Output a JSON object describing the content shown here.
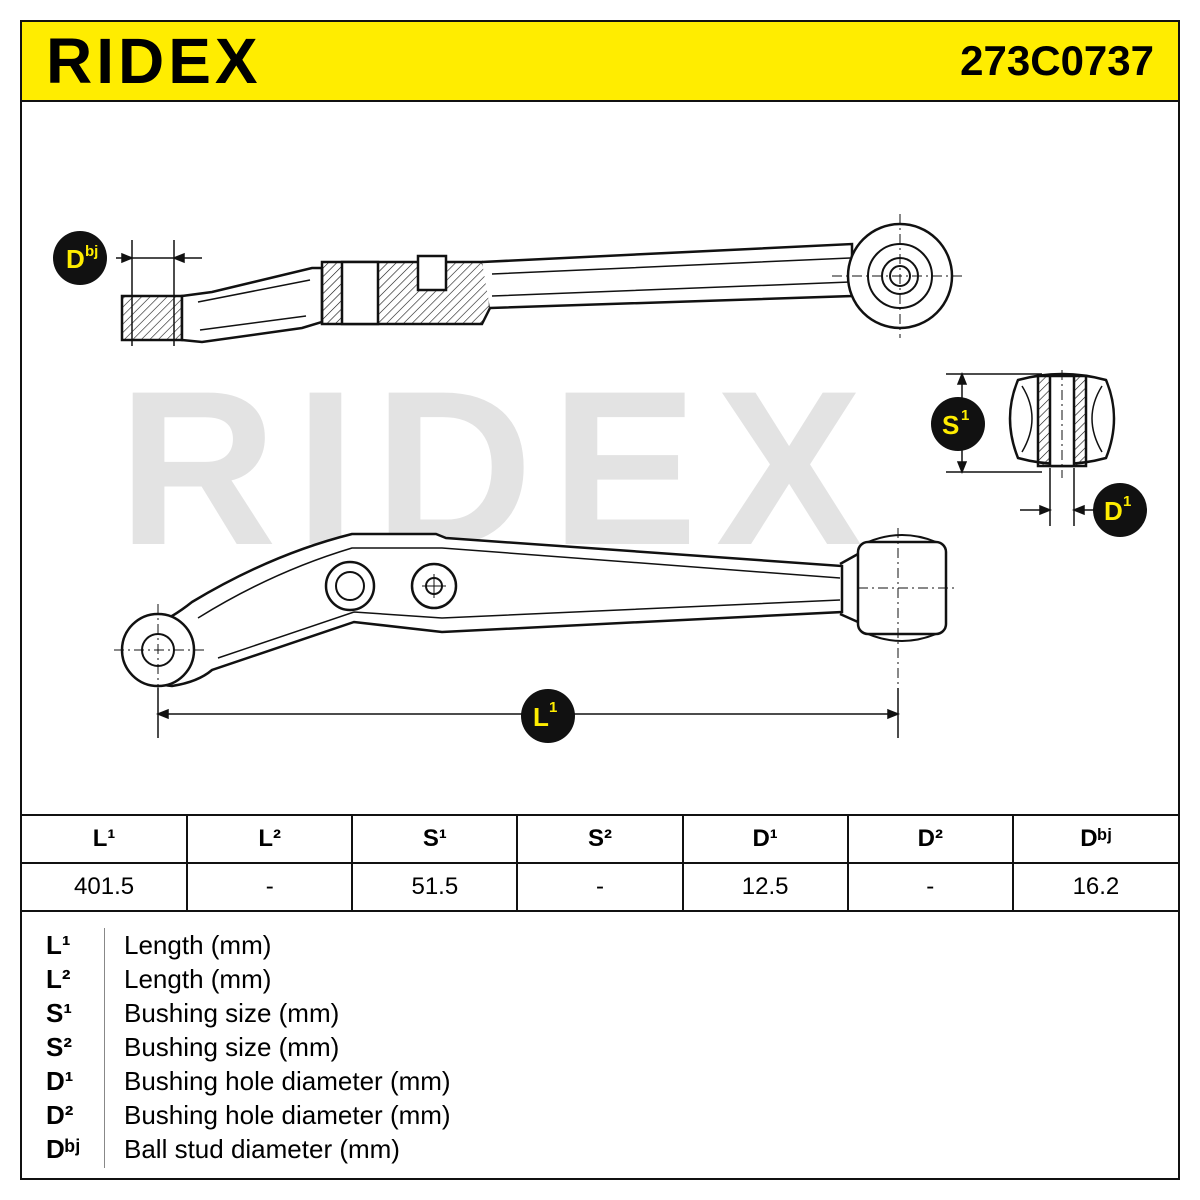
{
  "header": {
    "brand": "RIDEX",
    "part_number": "273C0737"
  },
  "drawing": {
    "watermark": "RIDEX",
    "labels": {
      "dbj": "Dbj",
      "s1": "S1",
      "d1": "D1",
      "l1": "L1"
    }
  },
  "table": {
    "headers": [
      "L¹",
      "L²",
      "S¹",
      "S²",
      "D¹",
      "D²",
      "Dᵇʲ"
    ],
    "values": [
      "401.5",
      "-",
      "51.5",
      "-",
      "12.5",
      "-",
      "16.2"
    ]
  },
  "legend": [
    {
      "symbol": "L¹",
      "desc": "Length (mm)"
    },
    {
      "symbol": "L²",
      "desc": "Length (mm)"
    },
    {
      "symbol": "S¹",
      "desc": "Bushing size (mm)"
    },
    {
      "symbol": "S²",
      "desc": "Bushing size (mm)"
    },
    {
      "symbol": "D¹",
      "desc": "Bushing hole diameter (mm)"
    },
    {
      "symbol": "D²",
      "desc": "Bushing hole diameter (mm)"
    },
    {
      "symbol": "Dᵇʲ",
      "desc": "Ball stud diameter (mm)"
    }
  ],
  "colors": {
    "brand_yellow": "#ffed00",
    "ink": "#111111",
    "watermark": "#e3e3e3"
  }
}
